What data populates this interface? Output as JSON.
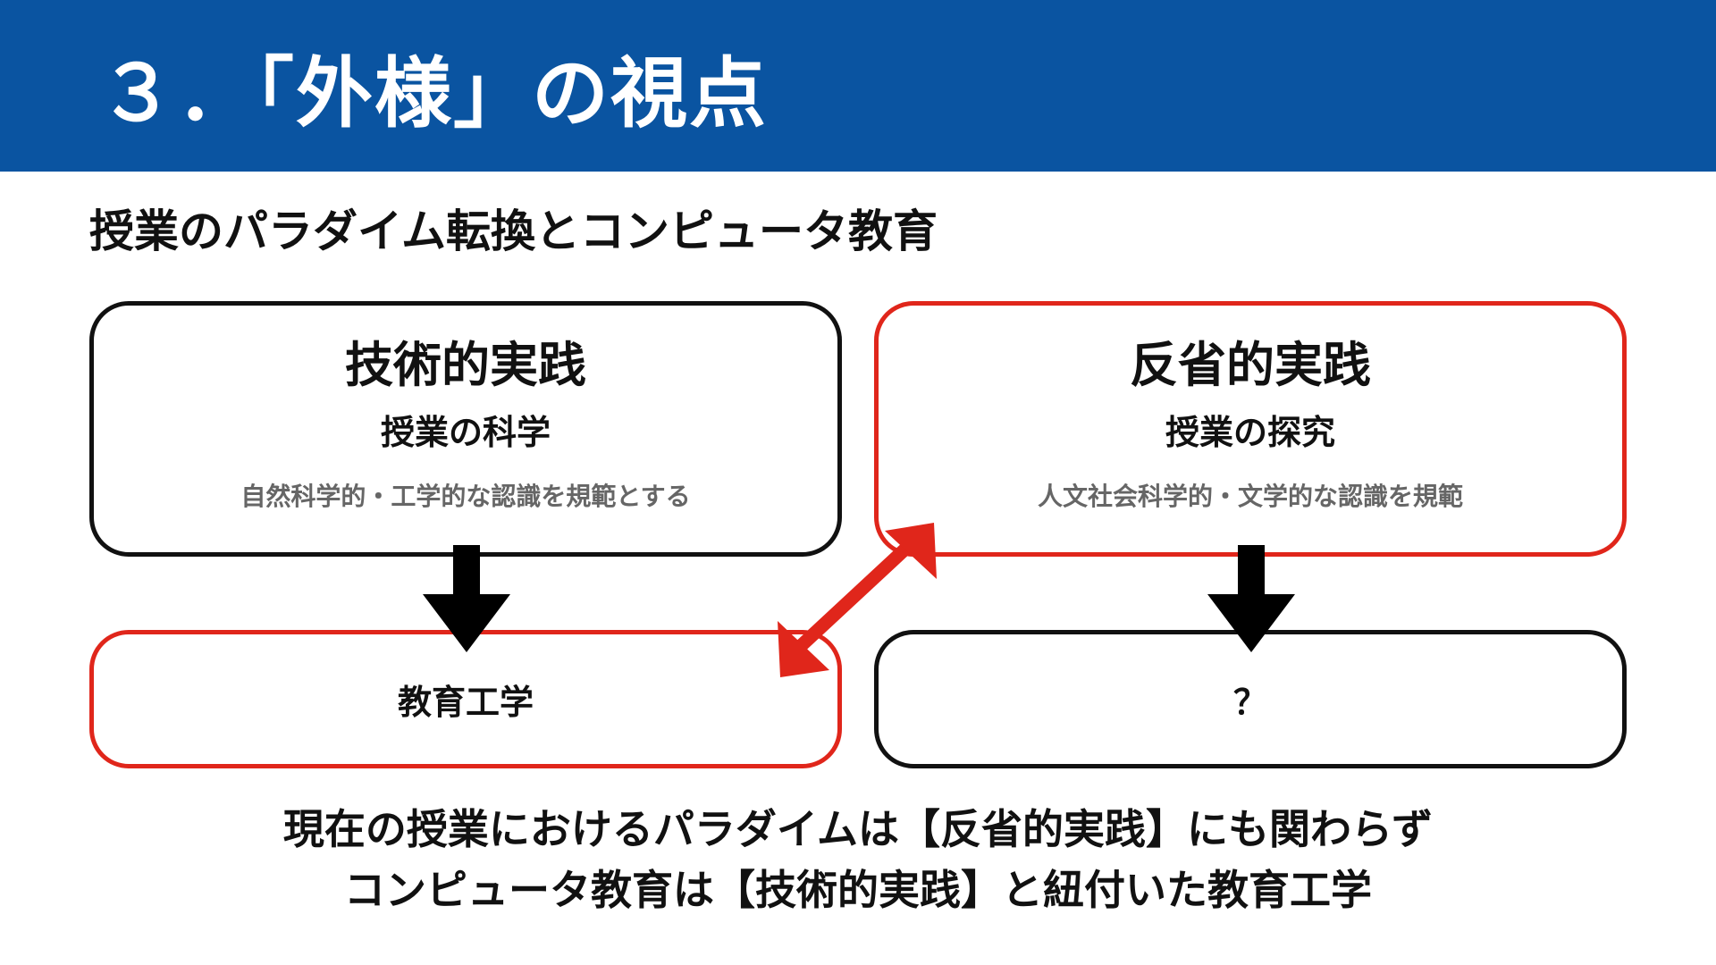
{
  "header": {
    "title": "３．「外様」の視点"
  },
  "subtitle": "授業のパラダイム転換とコンピュータ教育",
  "boxes": {
    "technical": {
      "title": "技術的実践",
      "sub": "授業の科学",
      "desc": "自然科学的・工学的な認識を規範とする"
    },
    "reflective": {
      "title": "反省的実践",
      "sub": "授業の探究",
      "desc": "人文社会科学的・文学的な認識を規範"
    },
    "edtech": {
      "label": "教育工学"
    },
    "unknown": {
      "label": "？"
    }
  },
  "conclusion": {
    "line1": "現在の授業におけるパラダイムは【反省的実践】にも関わらず",
    "line2": "コンピュータ教育は【技術的実践】と紐付いた教育工学"
  },
  "colors": {
    "header_bg": "#0a54a1",
    "accent_red": "#e0261b",
    "border_black": "#111111"
  }
}
